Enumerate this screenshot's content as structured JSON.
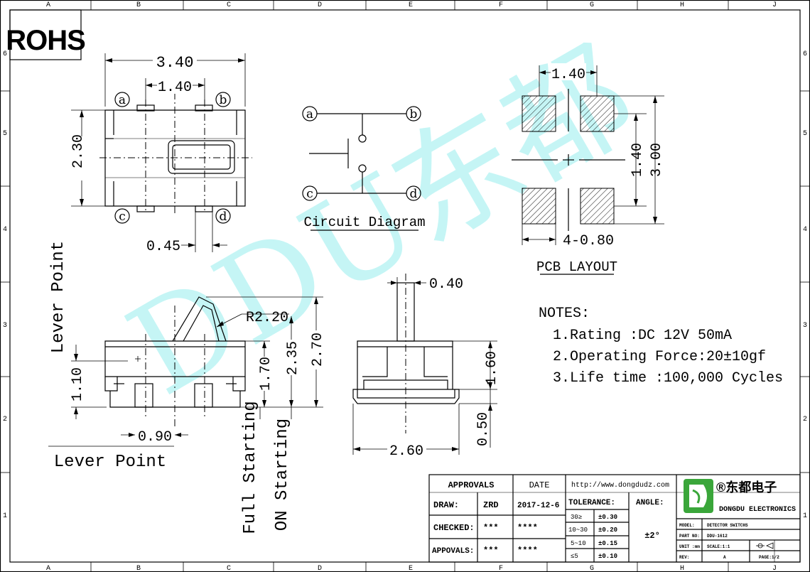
{
  "frame": {
    "cols": [
      "A",
      "B",
      "C",
      "D",
      "E",
      "F",
      "G",
      "H",
      "J"
    ],
    "rows": [
      "6",
      "5",
      "4",
      "3",
      "2",
      "1"
    ]
  },
  "rohs": "ROHS",
  "watermark": "DDU东都",
  "top_view": {
    "width": "3.40",
    "pitch": "1.40",
    "height": "2.30",
    "pin_width": "0.45",
    "pins": [
      "a",
      "b",
      "c",
      "d"
    ]
  },
  "circuit": {
    "title": "Circuit Diagram",
    "pins": [
      "a",
      "b",
      "c",
      "d"
    ]
  },
  "pcb": {
    "title": "PCB LAYOUT",
    "pitch_h": "1.40",
    "pitch_v": "1.40",
    "height": "3.00",
    "pad": "4-0.80"
  },
  "notes": {
    "title": "NOTES:",
    "items": [
      "1.Rating :DC 12V 50mA",
      "2.Operating Force:20±10gf",
      "3.Life time :100,000 Cycles"
    ]
  },
  "side_view": {
    "lever_label_v": "Lever Point",
    "lever_label_h": "Lever Point",
    "radius": "R2.20",
    "h1": "1.10",
    "h2": "1.70",
    "h3": "2.35",
    "h4": "2.70",
    "w": "0.90",
    "full": "Full Starting",
    "on": "ON Starting"
  },
  "front_view": {
    "stem": "0.40",
    "h": "1.60",
    "leg": "0.50",
    "w": "2.60"
  },
  "title_block": {
    "approvals": "APPROVALS",
    "date": "DATE",
    "url": "http://www.dongdudz.com",
    "draw_label": "DRAW:",
    "draw_by": "ZRD",
    "draw_date": "2017-12-6",
    "checked_label": "CHECKED:",
    "checked_by": "***",
    "checked_date": "****",
    "appovals_label": "APPOVALS:",
    "appovals_by": "***",
    "appovals_date": "****",
    "tolerance": "TOLERANCE:",
    "angle": "ANGLE:",
    "angle_val": "±2°",
    "tol_rows": [
      [
        "30≥",
        "±0.30"
      ],
      [
        "10~30",
        "±0.20"
      ],
      [
        "5~10",
        "±0.15"
      ],
      [
        "≤5",
        "±0.10"
      ]
    ],
    "company_cn": "®东都电子",
    "company_en": "DONGDU ELECTRONICS",
    "model_label": "MODEL:",
    "model": "DETECTOR SWITCHS",
    "part_label": "PART NO:",
    "part": "DDU-1612",
    "unit_label": "UNIT :mm",
    "scale": "SCALE:1:1",
    "rev_label": "REV:",
    "rev": "A",
    "page": "PAGE:1/2"
  }
}
